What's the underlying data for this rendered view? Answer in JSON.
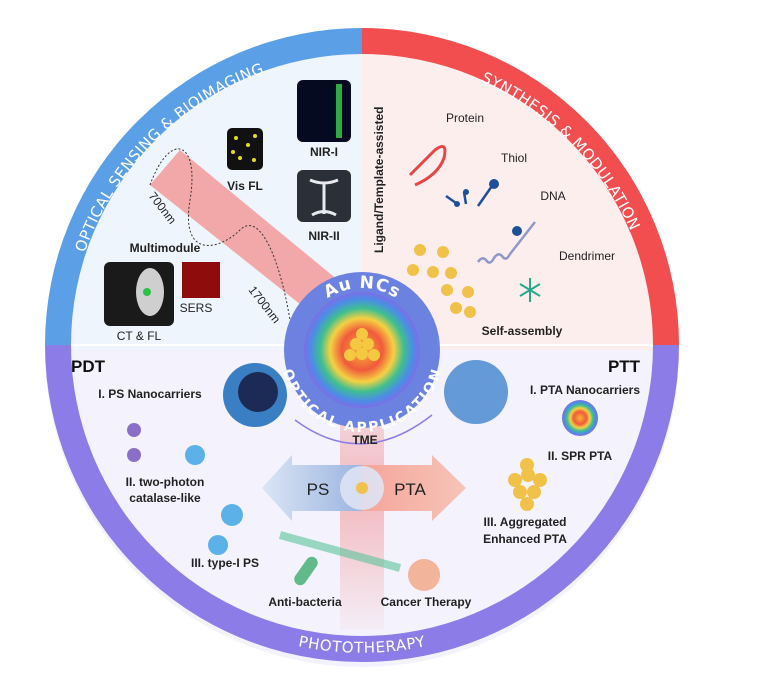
{
  "sections": {
    "top_left": "OPTICAL SENSING & BIOIMAGING",
    "top_right": "SYNTHESIS & MODULATION",
    "bottom": "PHOTOTHERAPY"
  },
  "center": {
    "title": "Au NCs",
    "subtitle": "OPTICAL APPLICATION"
  },
  "imaging": {
    "vis_fl": "Vis FL",
    "nir1": "NIR-I",
    "nir2": "NIR-II",
    "wl_start": "700nm",
    "wl_end": "1700nm",
    "multimodule": "Multimodule",
    "ct_fl": "CT & FL",
    "sers": "SERS"
  },
  "synthesis": {
    "ligand": "Ligand/Template-assisted",
    "protein": "Protein",
    "thiol": "Thiol",
    "dna": "DNA",
    "dendrimer": "Dendrimer",
    "self_assembly": "Self-assembly"
  },
  "therapy": {
    "pdt": "PDT",
    "ptt": "PTT",
    "ps_nano": "I. PS Nanocarriers",
    "two_photon_1": "II. two-photon",
    "two_photon_2": "catalase-like",
    "type1": "III. type-I PS",
    "tme": "TME",
    "pta_nano": "I. PTA Nanocarriers",
    "spr": "II. SPR PTA",
    "agg_1": "III. Aggregated",
    "agg_2": "Enhanced PTA",
    "ps": "PS",
    "pta": "PTA",
    "anti": "Anti-bacteria",
    "cancer": "Cancer Therapy"
  },
  "colors": {
    "blue": "#5b9fe6",
    "red": "#f24d4f",
    "purple": "#8b7ce8",
    "gold": "#f0c24a"
  }
}
